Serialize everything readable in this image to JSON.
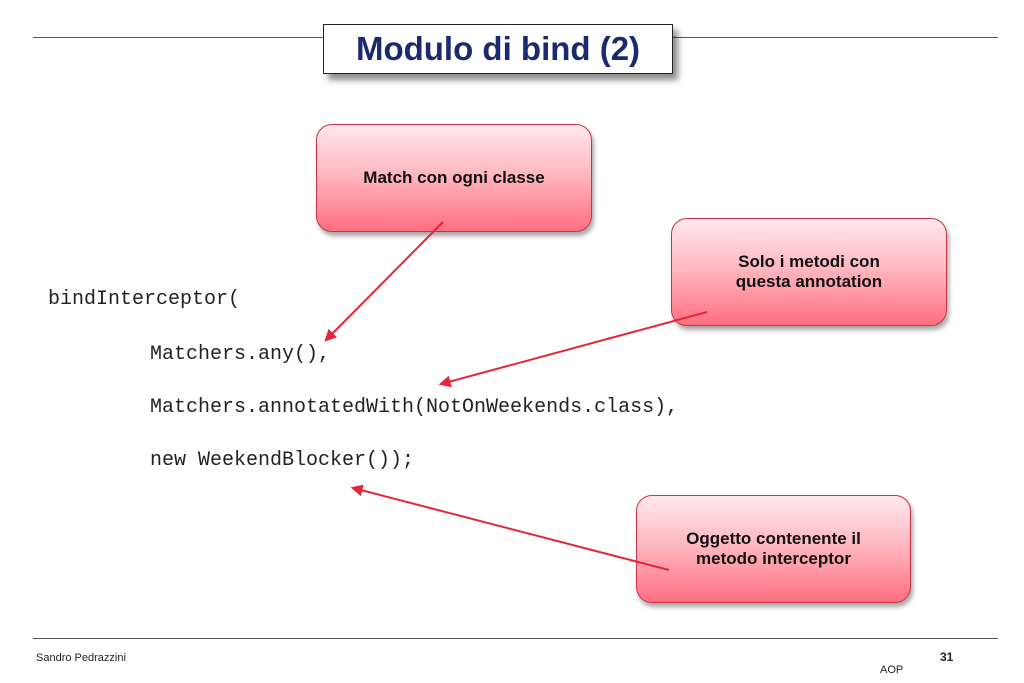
{
  "slide": {
    "title": "Modulo di bind (2)",
    "code_lines": [
      "bindInterceptor(",
      "Matchers.any(),",
      "Matchers.annotatedWith(NotOnWeekends.class),",
      "new WeekendBlocker());"
    ],
    "callouts": [
      {
        "text": "Match con ogni classe"
      },
      {
        "text_line1": "Solo i metodi con",
        "text_line2": "questa annotation"
      },
      {
        "text_line1": "Oggetto contenente il",
        "text_line2": "metodo interceptor"
      }
    ],
    "footer": {
      "author": "Sandro Pedrazzini",
      "page_number": "31",
      "topic": "AOP"
    }
  },
  "colors": {
    "title_text": "#1b2a6e",
    "callout_border": "#c23547",
    "callout_fill_top": "#ffe9ec",
    "callout_fill_bottom": "#ff6f80",
    "arrow": "#e3263b"
  }
}
